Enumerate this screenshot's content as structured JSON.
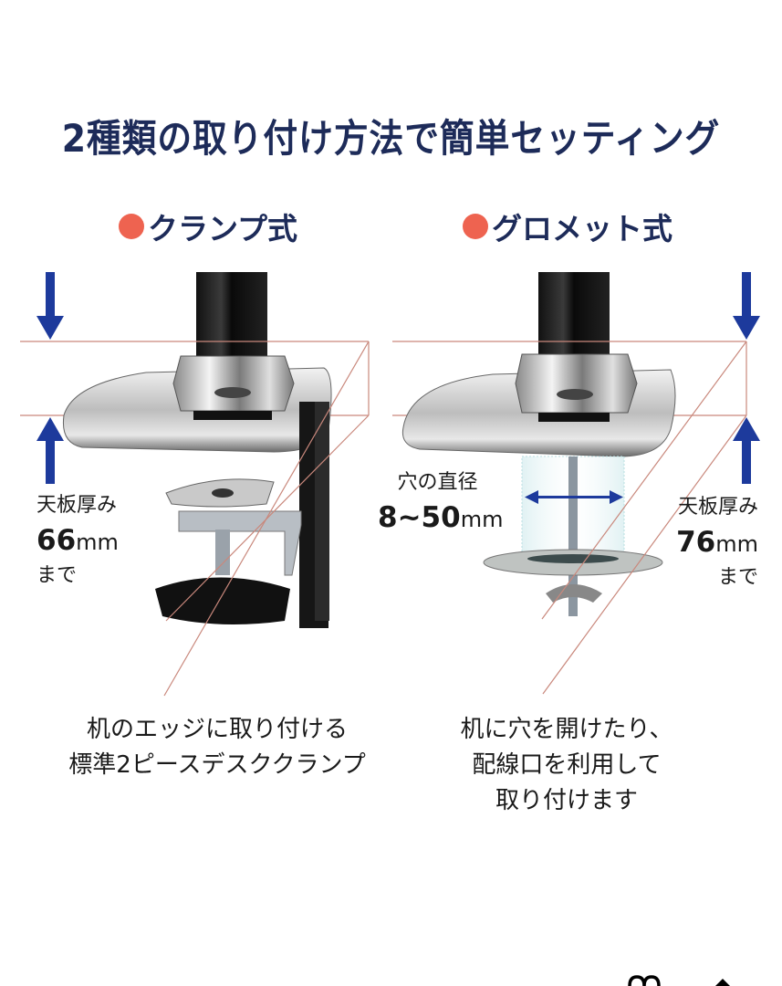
{
  "title": "2種類の取り付け方法で簡単セッティング",
  "colors": {
    "title_navy": "#1d2b59",
    "bullet_coral": "#ee6350",
    "arrow_blue": "#1d3a9c",
    "guide_line": "#c9887c"
  },
  "sections": [
    {
      "id": "clamp",
      "heading": "クランプ式",
      "bullet_icon": "circle-bullet",
      "thickness_label": "天板厚み",
      "thickness_value": "66",
      "thickness_unit": "mm",
      "thickness_suffix": "まで",
      "caption_lines": [
        "机のエッジに取り付ける",
        "標準2ピースデスククランプ"
      ]
    },
    {
      "id": "grommet",
      "heading": "グロメット式",
      "bullet_icon": "circle-bullet",
      "hole_label": "穴の直径",
      "hole_value": "8~50",
      "hole_unit": "mm",
      "thickness_label": "天板厚み",
      "thickness_value": "76",
      "thickness_unit": "mm",
      "thickness_suffix": "まで",
      "caption_lines": [
        "机に穴を開けたり、",
        "配線口を利用して",
        "取り付けます"
      ]
    }
  ],
  "bottom_icons": [
    "partial-loop-icon",
    "partial-arrow-up-icon"
  ]
}
